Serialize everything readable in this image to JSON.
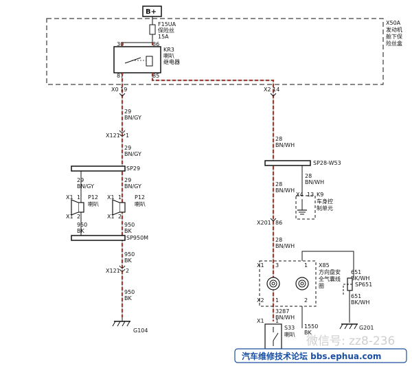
{
  "battery": {
    "label": "B+"
  },
  "fuse_box": {
    "line1": "X50A",
    "line2": "发动机",
    "line3": "舱下保",
    "line4": "险丝盒"
  },
  "fuse": {
    "id": "F15UA",
    "name": "保险丝",
    "rating": "15A"
  },
  "relay": {
    "id": "KR3",
    "name_line1": "喇叭",
    "name_line2": "继电器",
    "pin30": "30",
    "pin86": "86",
    "pin87": "87",
    "pin85": "85"
  },
  "left_branch": {
    "conn1": "X0 19",
    "wire1_num": "29",
    "wire1_color": "BN/GY",
    "conn2": "X121",
    "conn2_pin": "1",
    "wire2_num": "29",
    "wire2_color": "BN/GY",
    "splice1": "SP29",
    "wire3a_num": "29",
    "wire3a_color": "BN/GY",
    "wire3b_num": "29",
    "wire3b_color": "BN/GY",
    "horn_a_x1": "X1",
    "horn_a_pin1": "1",
    "horn_a_x1b": "X1",
    "horn_a_pin2": "2",
    "horn_a_id": "P12",
    "horn_a_name": "喇叭",
    "horn_b_x1": "X1",
    "horn_b_pin1": "1",
    "horn_b_x1b": "X1",
    "horn_b_pin2": "2",
    "horn_b_id": "P12",
    "horn_b_name": "喇叭",
    "wire4a_num": "950",
    "wire4a_color": "BK",
    "wire4b_num": "950",
    "wire4b_color": "BK",
    "splice2": "SP950M",
    "wire5_num": "950",
    "wire5_color": "BK",
    "conn3": "X121",
    "conn3_pin": "2",
    "wire6_num": "950",
    "wire6_color": "BK",
    "ground": "G104"
  },
  "right_branch": {
    "conn1": "X2 14",
    "wire1_num": "28",
    "wire1_color": "BN/WH",
    "splice1": "SP28-W53",
    "wire2a_num": "28",
    "wire2a_color": "BN/WH",
    "wire2b_num": "28",
    "wire2b_color": "BN/WH",
    "bcm_conn": "X4",
    "bcm_pin": "13",
    "bcm_id": "K9",
    "bcm_name1": "车身控",
    "bcm_name2": "制单元",
    "conn2": "X201",
    "conn2_pin": "86",
    "wire3_num": "28",
    "wire3_color": "BN/WH",
    "coil_conn": "X1",
    "coil_pin3": "3",
    "coil_pin1": "1",
    "coil_id": "X85",
    "coil_name1": "方向盘安",
    "coil_name2": "全气囊线",
    "coil_name3": "圈",
    "coil_conn2": "X2",
    "coil_pin2a": "1",
    "coil_pin2b": "2",
    "wire4_num": "3287",
    "wire4_color": "BN/WH",
    "switch_conn": "X1",
    "switch_pin": "1",
    "switch_id": "S33",
    "switch_name": "喇叭",
    "wire5_num": "1550",
    "wire5_color": "BK",
    "wire6_num": "651",
    "wire6_color": "BK/WH",
    "splice2": "SP651",
    "wire7_num": "651",
    "wire7_color": "BK/WH",
    "ground": "G201"
  },
  "watermark": "微信号: zz8-236",
  "footer": {
    "text": "汽车维修技术论坛 bbs.ephua.com"
  }
}
